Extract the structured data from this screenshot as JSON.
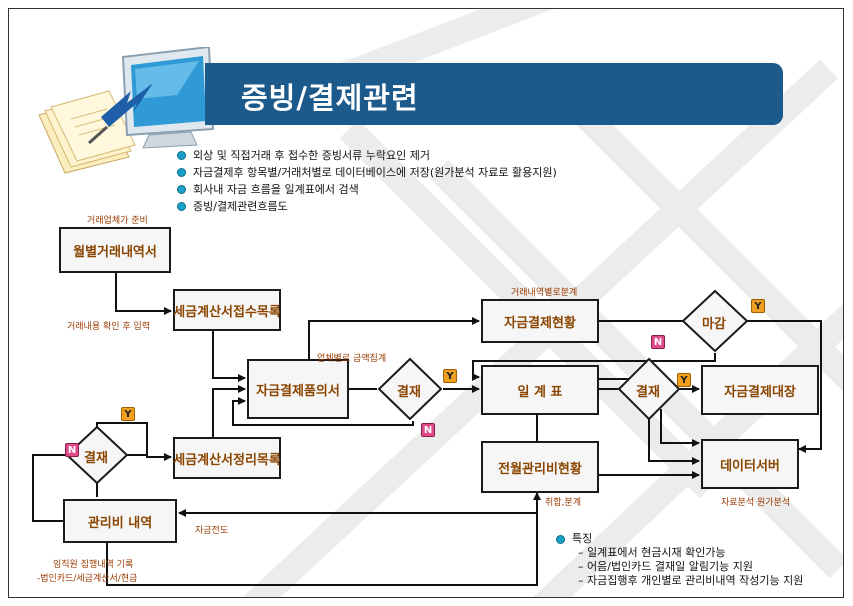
{
  "title": "증빙/결제관련",
  "bullets": [
    "외상 및 직접거래 후 접수한 증빙서류 누락요인 제거",
    "자금결제후 항목별/거래처별로 데이터베이스에 저장(원가분석 자료로 활용지원)",
    "회사내 자금 흐름을 일계표에서 검색",
    "증빙/결제관련흐름도"
  ],
  "boxes": {
    "monthly": "월별거래내역서",
    "tax_receipt": "세금계산서접수목록",
    "payment_request": "자금결제품의서",
    "tax_summary": "세금계산서정리목록",
    "mgmt": "관리비 내역",
    "payment_status": "자금결제현황",
    "daily_report": "일 계 표",
    "payment_ledger": "자금결제대장",
    "monthly_mgmt": "전월관리비현황",
    "data_server": "데이터서버"
  },
  "diamonds": {
    "approve1": "결재",
    "approve2": "결재",
    "approve3": "결재",
    "close": "마감"
  },
  "notes": {
    "vendor_prep": "거래업체가 준비",
    "input_after_confirm": "거래내용 확인 후 입력",
    "by_vendor_sum": "업체별로 금액집계",
    "by_transaction": "거래내역별로분계",
    "fund_transfer": "자금전도",
    "sum_split": "취합,분계",
    "cost_analysis": "자료분석 원가분석",
    "exec_record": "임직원 집행내역 기록",
    "card_tax_cash": "-법인카드/세금계산서/현금"
  },
  "badges": {
    "yes": "Y",
    "no": "N"
  },
  "features": {
    "title": "특징",
    "items": [
      "– 일계표에서 현금시재 확인가능",
      "– 어음/법인카드 결재일 알림기능 지원",
      "– 자금집행후 개인별로 관리비내역 작성기능 지원"
    ]
  }
}
